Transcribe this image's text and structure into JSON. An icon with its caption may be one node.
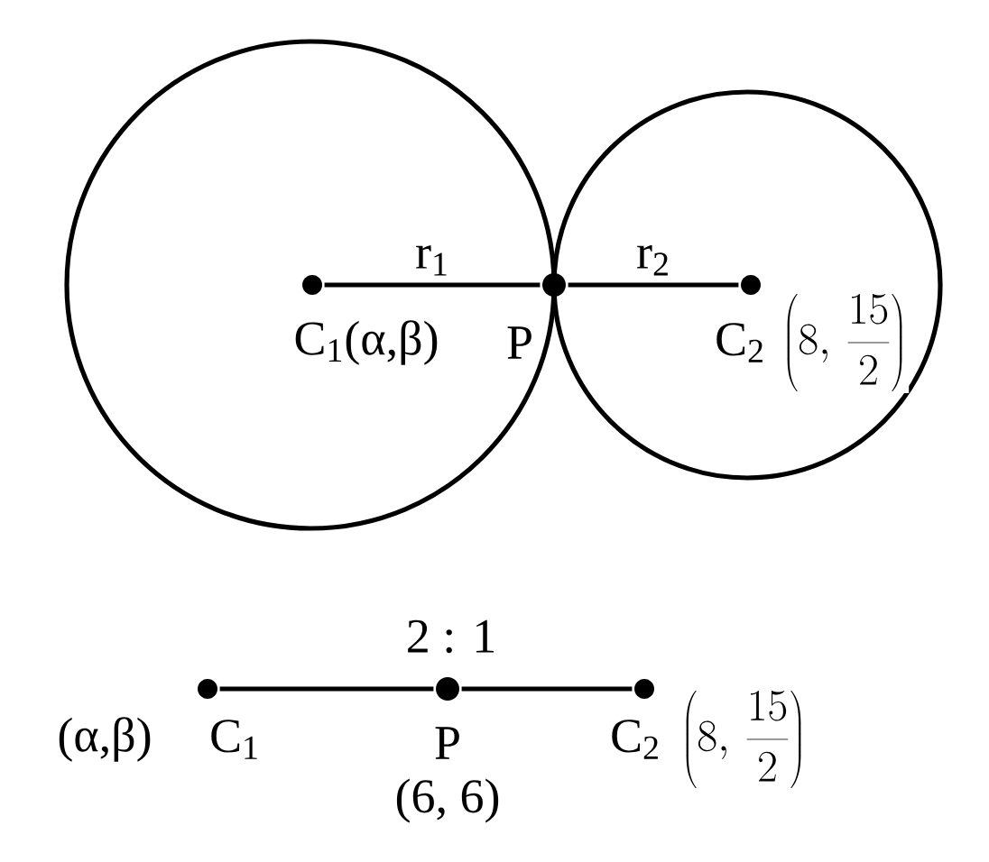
{
  "diagram": {
    "nodes": [
      {
        "text": [],
        "shape": "circle"
      },
      {
        "text": [],
        "shape": "circle"
      },
      {
        "text": [
          "C$_{1}$(α,β)"
        ],
        "in": 0
      },
      {
        "text": [
          "P"
        ]
      },
      {
        "text": [
          "C$_{2}$",
          "\\left(8,\\, \\frac{15}{2}\\right)"
        ],
        "in": 1
      },
      {
        "text": [
          "C$_{1}$"
        ],
        "beside": [
          "(α,β)"
        ]
      },
      {
        "text": [
          "P",
          "(6, 6)"
        ]
      },
      {
        "text": [
          "C$_{2}$"
        ],
        "beside": [
          "\\left(8,\\, \\frac{15}{2}\\right)"
        ]
      }
    ],
    "edges": [
      {
        "from": 2,
        "to": 3,
        "arrow": "none",
        "label": "r$_{1}$"
      },
      {
        "from": 3,
        "to": 4,
        "arrow": "none",
        "label": "r$_{2}$"
      },
      {
        "from": 5,
        "to": 6,
        "arrow": "none"
      },
      {
        "from": 6,
        "to": 7,
        "arrow": "none"
      }
    ],
    "labels": [
      "2 : 1"
    ]
  }
}
